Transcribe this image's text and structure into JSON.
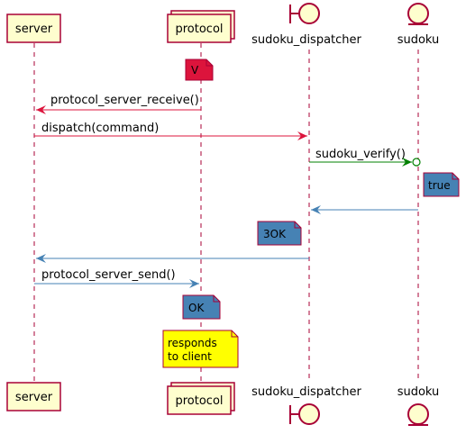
{
  "participants": {
    "server": "server",
    "protocol": "protocol",
    "sudoku_dispatcher": "sudoku_dispatcher",
    "sudoku": "sudoku"
  },
  "messages": {
    "m1": "protocol_server_receive()",
    "m2": "dispatch(command)",
    "m3": "sudoku_verify()",
    "m4": "",
    "m5": "",
    "m6": "protocol_server_send()"
  },
  "notes": {
    "n1": "V",
    "n2": "true",
    "n3": "3OK",
    "n4": "OK",
    "n5_line1": "responds",
    "n5_line2": "to client"
  },
  "colors": {
    "participant_fill": "#FEFECE",
    "participant_border": "#A80036",
    "lifeline": "#A80036",
    "arrow_red": "#DC143C",
    "arrow_green": "#008000",
    "arrow_blue": "#4682B4",
    "note_red": "#DC143C",
    "note_blue": "#4682B4",
    "note_yellow": "#FFFF00"
  }
}
